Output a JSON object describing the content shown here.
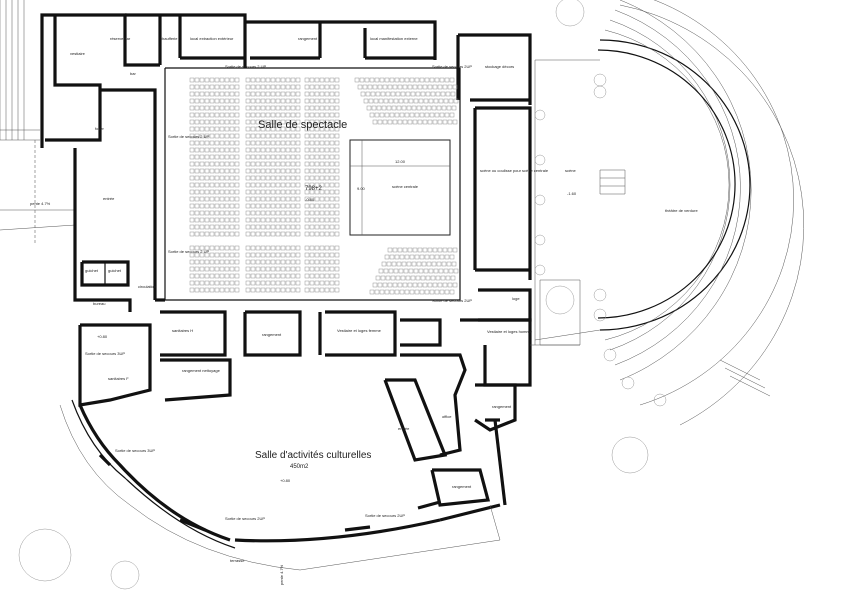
{
  "labels": {
    "salle_spectacle": "Salle de spectacle",
    "salle_activites": "Salle d'activités culturelles",
    "surface": "450m2",
    "vestiaire": "vestiaire",
    "reserve_bar": "réserve bar",
    "chaufferie": "chaufferie",
    "local_extracteurs": "local extraction extérieur",
    "rangement_top": "rangement",
    "local_manifestation": "local manifestation externe",
    "sortie_secours_top1": "Sortie de secours 2 UP",
    "sortie_secours_top2": "Sortie de secours 2UP",
    "stockage_decors": "stockage décors",
    "bar": "bar",
    "foyer": "foyer",
    "entree": "entrée",
    "guichet1": "guichet",
    "guichet2": "guichet",
    "bureau": "bureau",
    "circulation": "circulation",
    "sortie_secours_left1": "Sortie de secours 2 UP",
    "sortie_secours_left2": "Sortie de secours 2 UP",
    "scene_centrale": "scène centrale",
    "seat_count": "798+2",
    "level_salle": "-0.80",
    "dim_width": "12.00",
    "dim_height": "9.00",
    "scene_coulisse": "scène ou coulisse pour scène centrale",
    "scene": "scène",
    "level_scene": "-1.60",
    "theatre_verdure": "théâtre de verdure",
    "loge": "loge",
    "sanitaires_h": "sanitaires H",
    "sanitaires_f": "sanitaires F",
    "rangement_nettoyage": "rangement nettoyage",
    "rangement_mid": "rangement",
    "vestiaire_loges_femme": "Vestiaire et loges femme",
    "vestiaire_loges_homme": "Vestiaire et loges homme",
    "sortie_secours_mid": "Sortie de secours 2UP",
    "office": "office",
    "rangement_right": "rangement",
    "rangement_bottom": "rangement",
    "sortie_secours_sw": "Sortie de secours 3UP",
    "sortie_secours_l": "Sortie de secours 3UP",
    "level_bottom": "+0.80",
    "level_left": "+0.80",
    "sortie_secours_b1": "Sortie de secours 2UP",
    "sortie_secours_b2": "Sortie de secours 2UP",
    "sortie_secours_b3": "Sortie de secours 2UP",
    "terrasse": "terrasse",
    "pente_top": "pente 4.7%",
    "pente_bottom": "pente 4.7%",
    "entree_label": "entrée"
  }
}
